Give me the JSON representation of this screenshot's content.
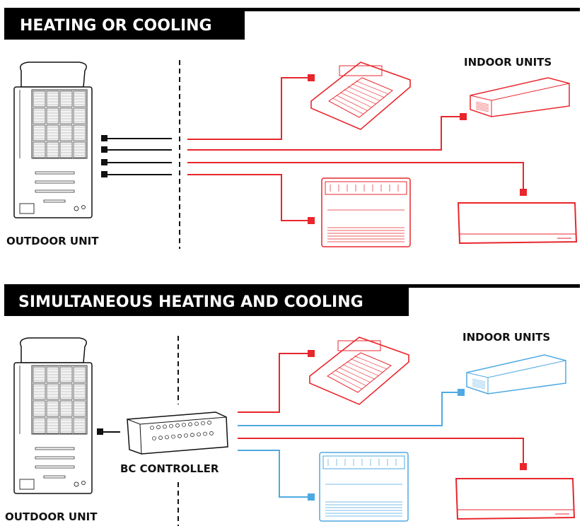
{
  "colors": {
    "heating": "#e8262c",
    "cooling": "#4ea9e2",
    "outline": "#111111"
  },
  "sections": [
    {
      "title": "HEATING OR COOLING",
      "outdoor_label": "OUTDOOR UNIT",
      "indoor_label": "INDOOR UNITS",
      "indoor_modes": [
        "heating",
        "heating",
        "heating",
        "heating"
      ]
    },
    {
      "title": "SIMULTANEOUS HEATING AND COOLING",
      "outdoor_label": "OUTDOOR UNIT",
      "indoor_label": "INDOOR UNITS",
      "controller_label": "BC CONTROLLER",
      "indoor_modes": [
        "heating",
        "cooling",
        "heating",
        "cooling"
      ]
    }
  ],
  "indoor_unit_types": [
    "ceiling-cassette",
    "ceiling-ducted",
    "wall-mounted",
    "floor-console"
  ]
}
